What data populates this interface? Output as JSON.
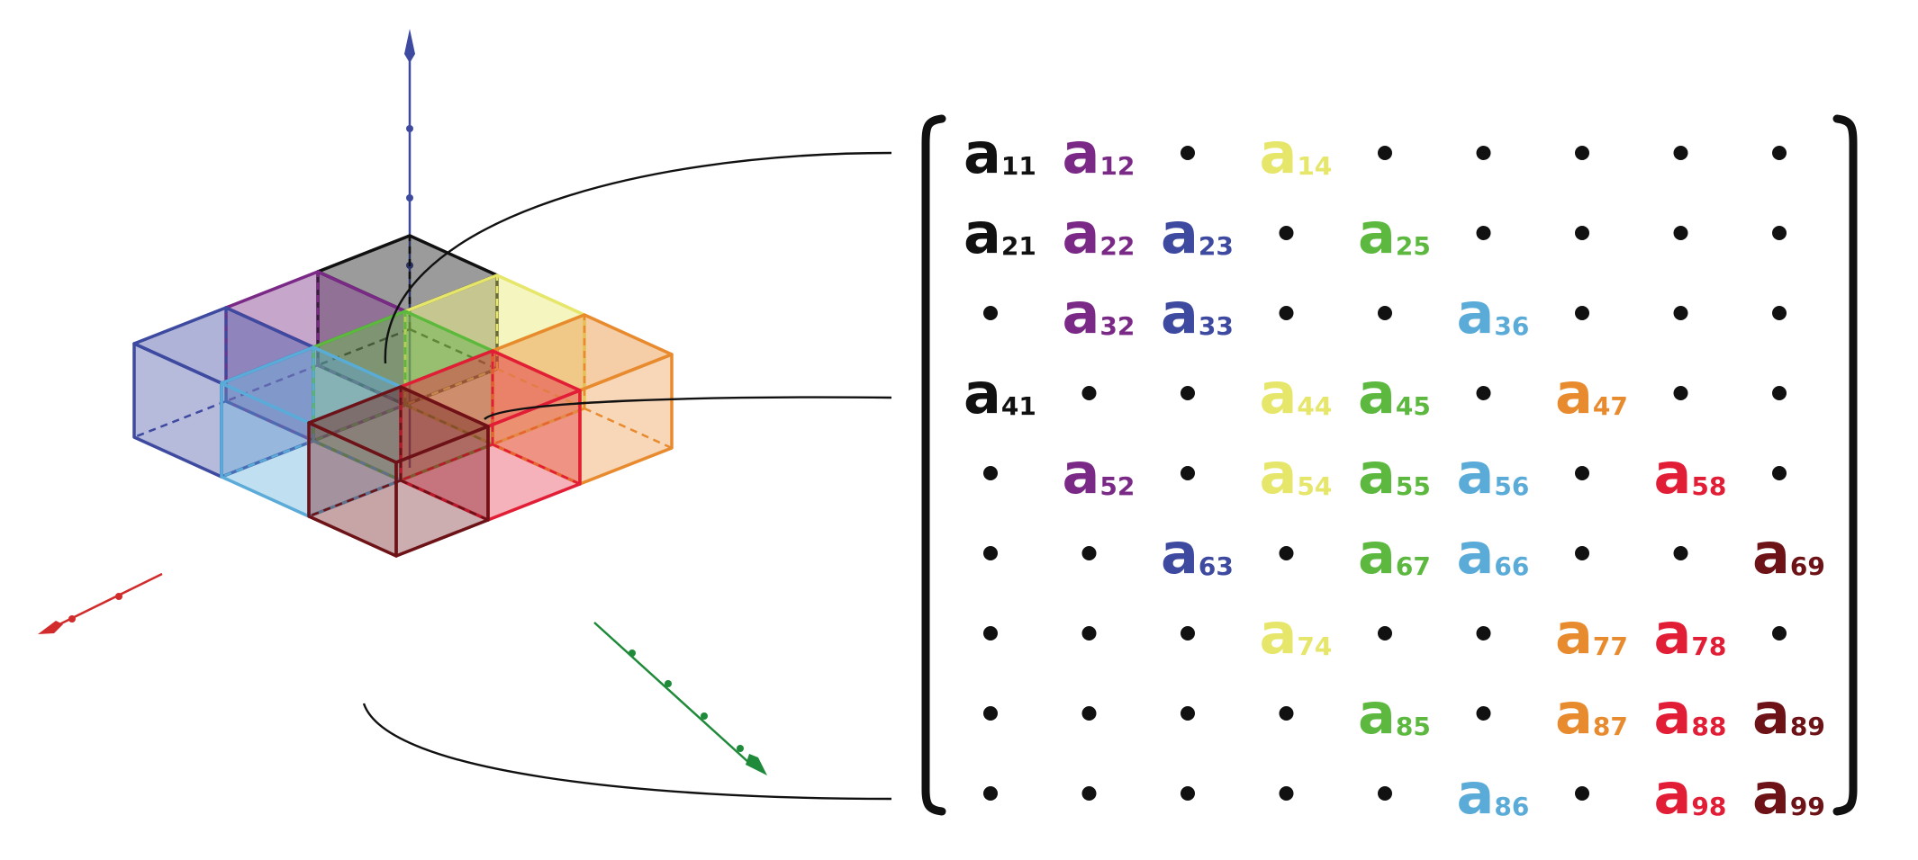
{
  "palette": {
    "black": "#111111",
    "purple": "#7a2a86",
    "navy": "#3e4aa0",
    "yellow": "#e6e66a",
    "green": "#5cb83e",
    "sky": "#5aabd8",
    "orange": "#e88a2e",
    "red": "#e21d36",
    "maroon": "#6d1216",
    "axis_x": "#d22b2b",
    "axis_y": "#1e8a3a",
    "axis_z": "#3e4aa0"
  },
  "matrix": {
    "symbol": "a",
    "rows": [
      [
        {
          "sub": "11",
          "color": "black"
        },
        {
          "sub": "12",
          "color": "purple"
        },
        null,
        {
          "sub": "14",
          "color": "yellow"
        },
        null,
        null,
        null,
        null,
        null
      ],
      [
        {
          "sub": "21",
          "color": "black"
        },
        {
          "sub": "22",
          "color": "purple"
        },
        {
          "sub": "23",
          "color": "navy"
        },
        null,
        {
          "sub": "25",
          "color": "green"
        },
        null,
        null,
        null,
        null
      ],
      [
        null,
        {
          "sub": "32",
          "color": "purple"
        },
        {
          "sub": "33",
          "color": "navy"
        },
        null,
        null,
        {
          "sub": "36",
          "color": "sky"
        },
        null,
        null,
        null
      ],
      [
        {
          "sub": "41",
          "color": "black"
        },
        null,
        null,
        {
          "sub": "44",
          "color": "yellow"
        },
        {
          "sub": "45",
          "color": "green"
        },
        null,
        {
          "sub": "47",
          "color": "orange"
        },
        null,
        null
      ],
      [
        null,
        {
          "sub": "52",
          "color": "purple"
        },
        null,
        {
          "sub": "54",
          "color": "yellow"
        },
        {
          "sub": "55",
          "color": "green"
        },
        {
          "sub": "56",
          "color": "sky"
        },
        null,
        {
          "sub": "58",
          "color": "red"
        },
        null
      ],
      [
        null,
        null,
        {
          "sub": "63",
          "color": "navy"
        },
        null,
        {
          "sub": "67",
          "color": "green"
        },
        {
          "sub": "66",
          "color": "sky"
        },
        null,
        null,
        {
          "sub": "69",
          "color": "maroon"
        }
      ],
      [
        null,
        null,
        null,
        {
          "sub": "74",
          "color": "yellow"
        },
        null,
        null,
        {
          "sub": "77",
          "color": "orange"
        },
        {
          "sub": "78",
          "color": "red"
        },
        null
      ],
      [
        null,
        null,
        null,
        null,
        {
          "sub": "85",
          "color": "green"
        },
        null,
        {
          "sub": "87",
          "color": "orange"
        },
        {
          "sub": "88",
          "color": "red"
        },
        {
          "sub": "89",
          "color": "maroon"
        }
      ],
      [
        null,
        null,
        null,
        null,
        null,
        {
          "sub": "86",
          "color": "sky"
        },
        null,
        {
          "sub": "98",
          "color": "red"
        },
        {
          "sub": "99",
          "color": "maroon"
        }
      ]
    ]
  },
  "cubes": [
    "navy",
    "purple",
    "black",
    "sky",
    "green",
    "yellow",
    "maroon",
    "red",
    "orange"
  ]
}
